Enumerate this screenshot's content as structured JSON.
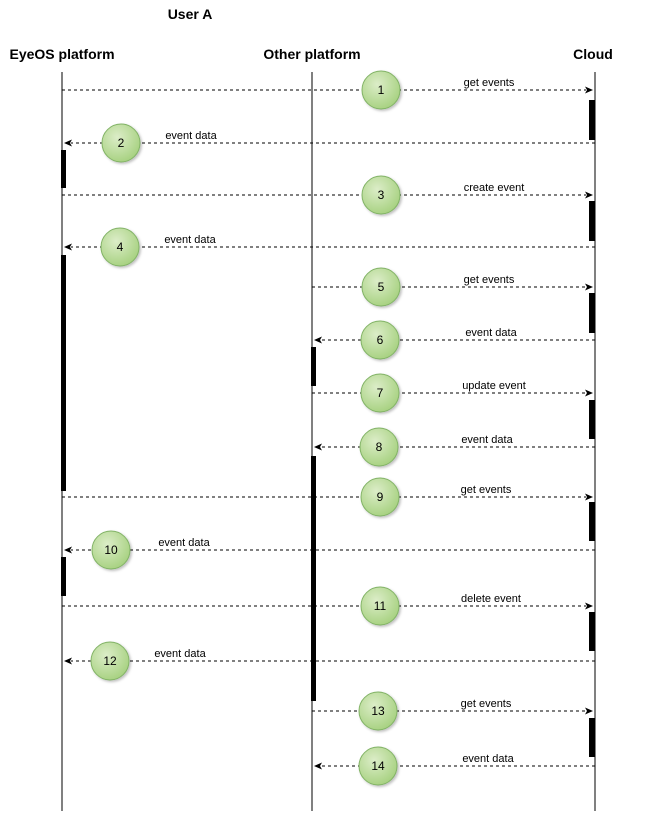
{
  "title": "User A",
  "lanes": {
    "eyeos": "EyeOS platform",
    "other": "Other platform",
    "cloud": "Cloud"
  },
  "colors": {
    "step_fill_light": "#dcedc8",
    "step_fill_dark": "#a5d07e",
    "step_stroke": "#82b366",
    "line": "#000000"
  },
  "messages": [
    {
      "step": "1",
      "from": "eyeos",
      "to": "cloud",
      "label": "get events"
    },
    {
      "step": "2",
      "from": "cloud",
      "to": "eyeos",
      "label": "event data"
    },
    {
      "step": "3",
      "from": "eyeos",
      "to": "cloud",
      "label": "create event"
    },
    {
      "step": "4",
      "from": "cloud",
      "to": "eyeos",
      "label": "event data"
    },
    {
      "step": "5",
      "from": "other",
      "to": "cloud",
      "label": "get events"
    },
    {
      "step": "6",
      "from": "cloud",
      "to": "other",
      "label": "event data"
    },
    {
      "step": "7",
      "from": "other",
      "to": "cloud",
      "label": "update event"
    },
    {
      "step": "8",
      "from": "cloud",
      "to": "other",
      "label": "event data"
    },
    {
      "step": "9",
      "from": "eyeos",
      "to": "cloud",
      "label": "get events"
    },
    {
      "step": "10",
      "from": "cloud",
      "to": "eyeos",
      "label": "event data"
    },
    {
      "step": "11",
      "from": "eyeos",
      "to": "cloud",
      "label": "delete event"
    },
    {
      "step": "12",
      "from": "cloud",
      "to": "eyeos",
      "label": "event data"
    },
    {
      "step": "13",
      "from": "other",
      "to": "cloud",
      "label": "get events"
    },
    {
      "step": "14",
      "from": "cloud",
      "to": "other",
      "label": "event data"
    }
  ]
}
